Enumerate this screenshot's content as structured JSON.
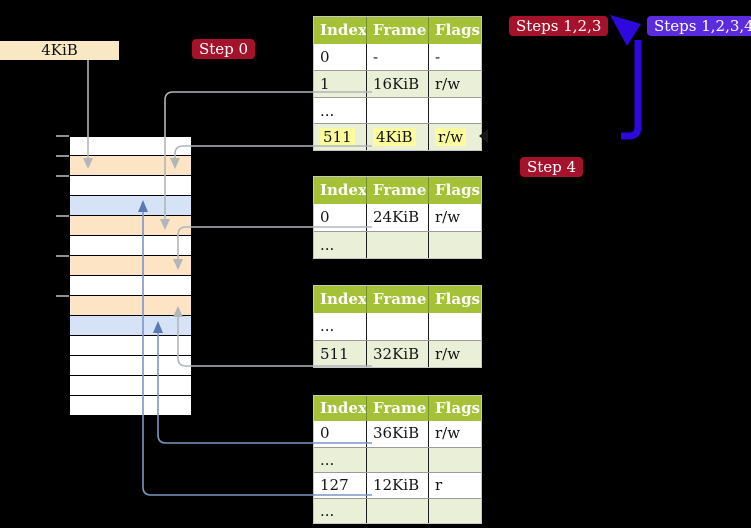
{
  "legend": {
    "frame_box_label": "4KiB"
  },
  "step_labels": {
    "step0": "Step 0",
    "steps123": "Steps 1,2,3",
    "steps1234": "Steps 1,2,3,4",
    "step4": "Step 4"
  },
  "page_tables": {
    "headers": [
      "Index",
      "Frame",
      "Flags"
    ],
    "tables": [
      {
        "rows": [
          {
            "cells": [
              "0",
              "-",
              "-"
            ],
            "shaded": false,
            "highlight": false
          },
          {
            "cells": [
              "1",
              "16KiB",
              "r/w"
            ],
            "shaded": true,
            "highlight": false
          },
          {
            "cells": [
              "...",
              "",
              ""
            ],
            "shaded": false,
            "highlight": false
          },
          {
            "cells": [
              "511",
              "4KiB",
              "r/w"
            ],
            "shaded": true,
            "highlight": true
          }
        ]
      },
      {
        "rows": [
          {
            "cells": [
              "0",
              "24KiB",
              "r/w"
            ],
            "shaded": false,
            "highlight": false
          },
          {
            "cells": [
              "...",
              "",
              ""
            ],
            "shaded": true,
            "highlight": false
          }
        ]
      },
      {
        "rows": [
          {
            "cells": [
              "...",
              "",
              ""
            ],
            "shaded": false,
            "highlight": false
          },
          {
            "cells": [
              "511",
              "32KiB",
              "r/w"
            ],
            "shaded": true,
            "highlight": false
          }
        ]
      },
      {
        "rows": [
          {
            "cells": [
              "0",
              "36KiB",
              "r/w"
            ],
            "shaded": false,
            "highlight": false
          },
          {
            "cells": [
              "...",
              "",
              ""
            ],
            "shaded": true,
            "highlight": false
          },
          {
            "cells": [
              "127",
              "12KiB",
              "r"
            ],
            "shaded": false,
            "highlight": false
          },
          {
            "cells": [
              "...",
              "",
              ""
            ],
            "shaded": true,
            "highlight": false
          }
        ]
      }
    ]
  },
  "memory_column": {
    "rows": [
      "white",
      "peach",
      "white",
      "blue",
      "peach",
      "white",
      "peach",
      "white",
      "peach",
      "blue",
      "white",
      "white",
      "white",
      "white"
    ],
    "tick_offsets": [
      0,
      20,
      40,
      80,
      120,
      160
    ]
  },
  "colors": {
    "step_red": "#a5122b",
    "step_purple": "#5b2be0",
    "arrow_blue": "#2e08dd",
    "header_olive": "#a4c138",
    "row_green": "#eaf0d7",
    "highlight_yellow": "#fcfc9e",
    "frame_peach": "#fce4c4",
    "page_blue": "#d6e2f5",
    "legend_cream": "#f8e9c4",
    "connector_gray": "#b2b6ba",
    "connector_blue": "#7b96c6",
    "connector_blue_head": "#5b79b2"
  }
}
